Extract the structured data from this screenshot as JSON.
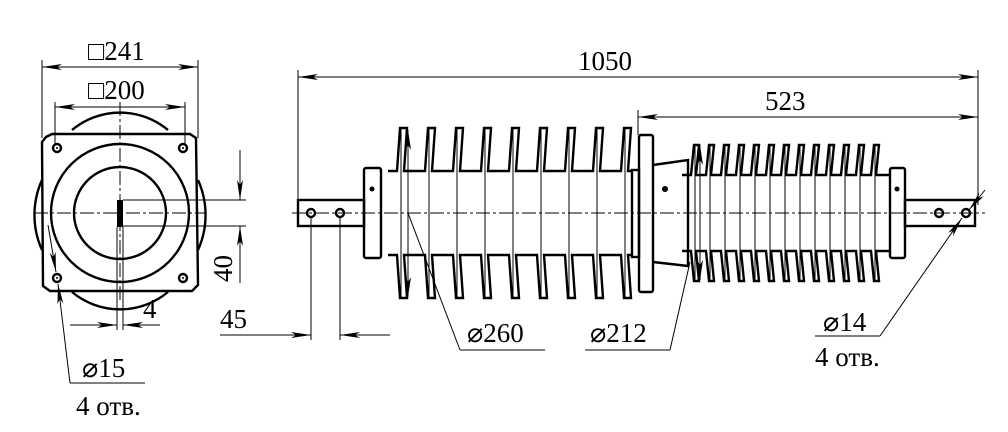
{
  "front_view": {
    "dim_outer": "□241",
    "dim_bolt": "□200",
    "dim_slot_width": "4",
    "dim_slot_height": "40",
    "hole_dia": "⌀15",
    "hole_count": "4 отв."
  },
  "side_view": {
    "dim_total_length": "1050",
    "dim_right_part": "523",
    "dim_hole_spacing": "45",
    "dim_big_shed": "⌀260",
    "dim_small_shed": "⌀212",
    "hole_dia": "⌀14",
    "hole_count": "4 отв."
  }
}
